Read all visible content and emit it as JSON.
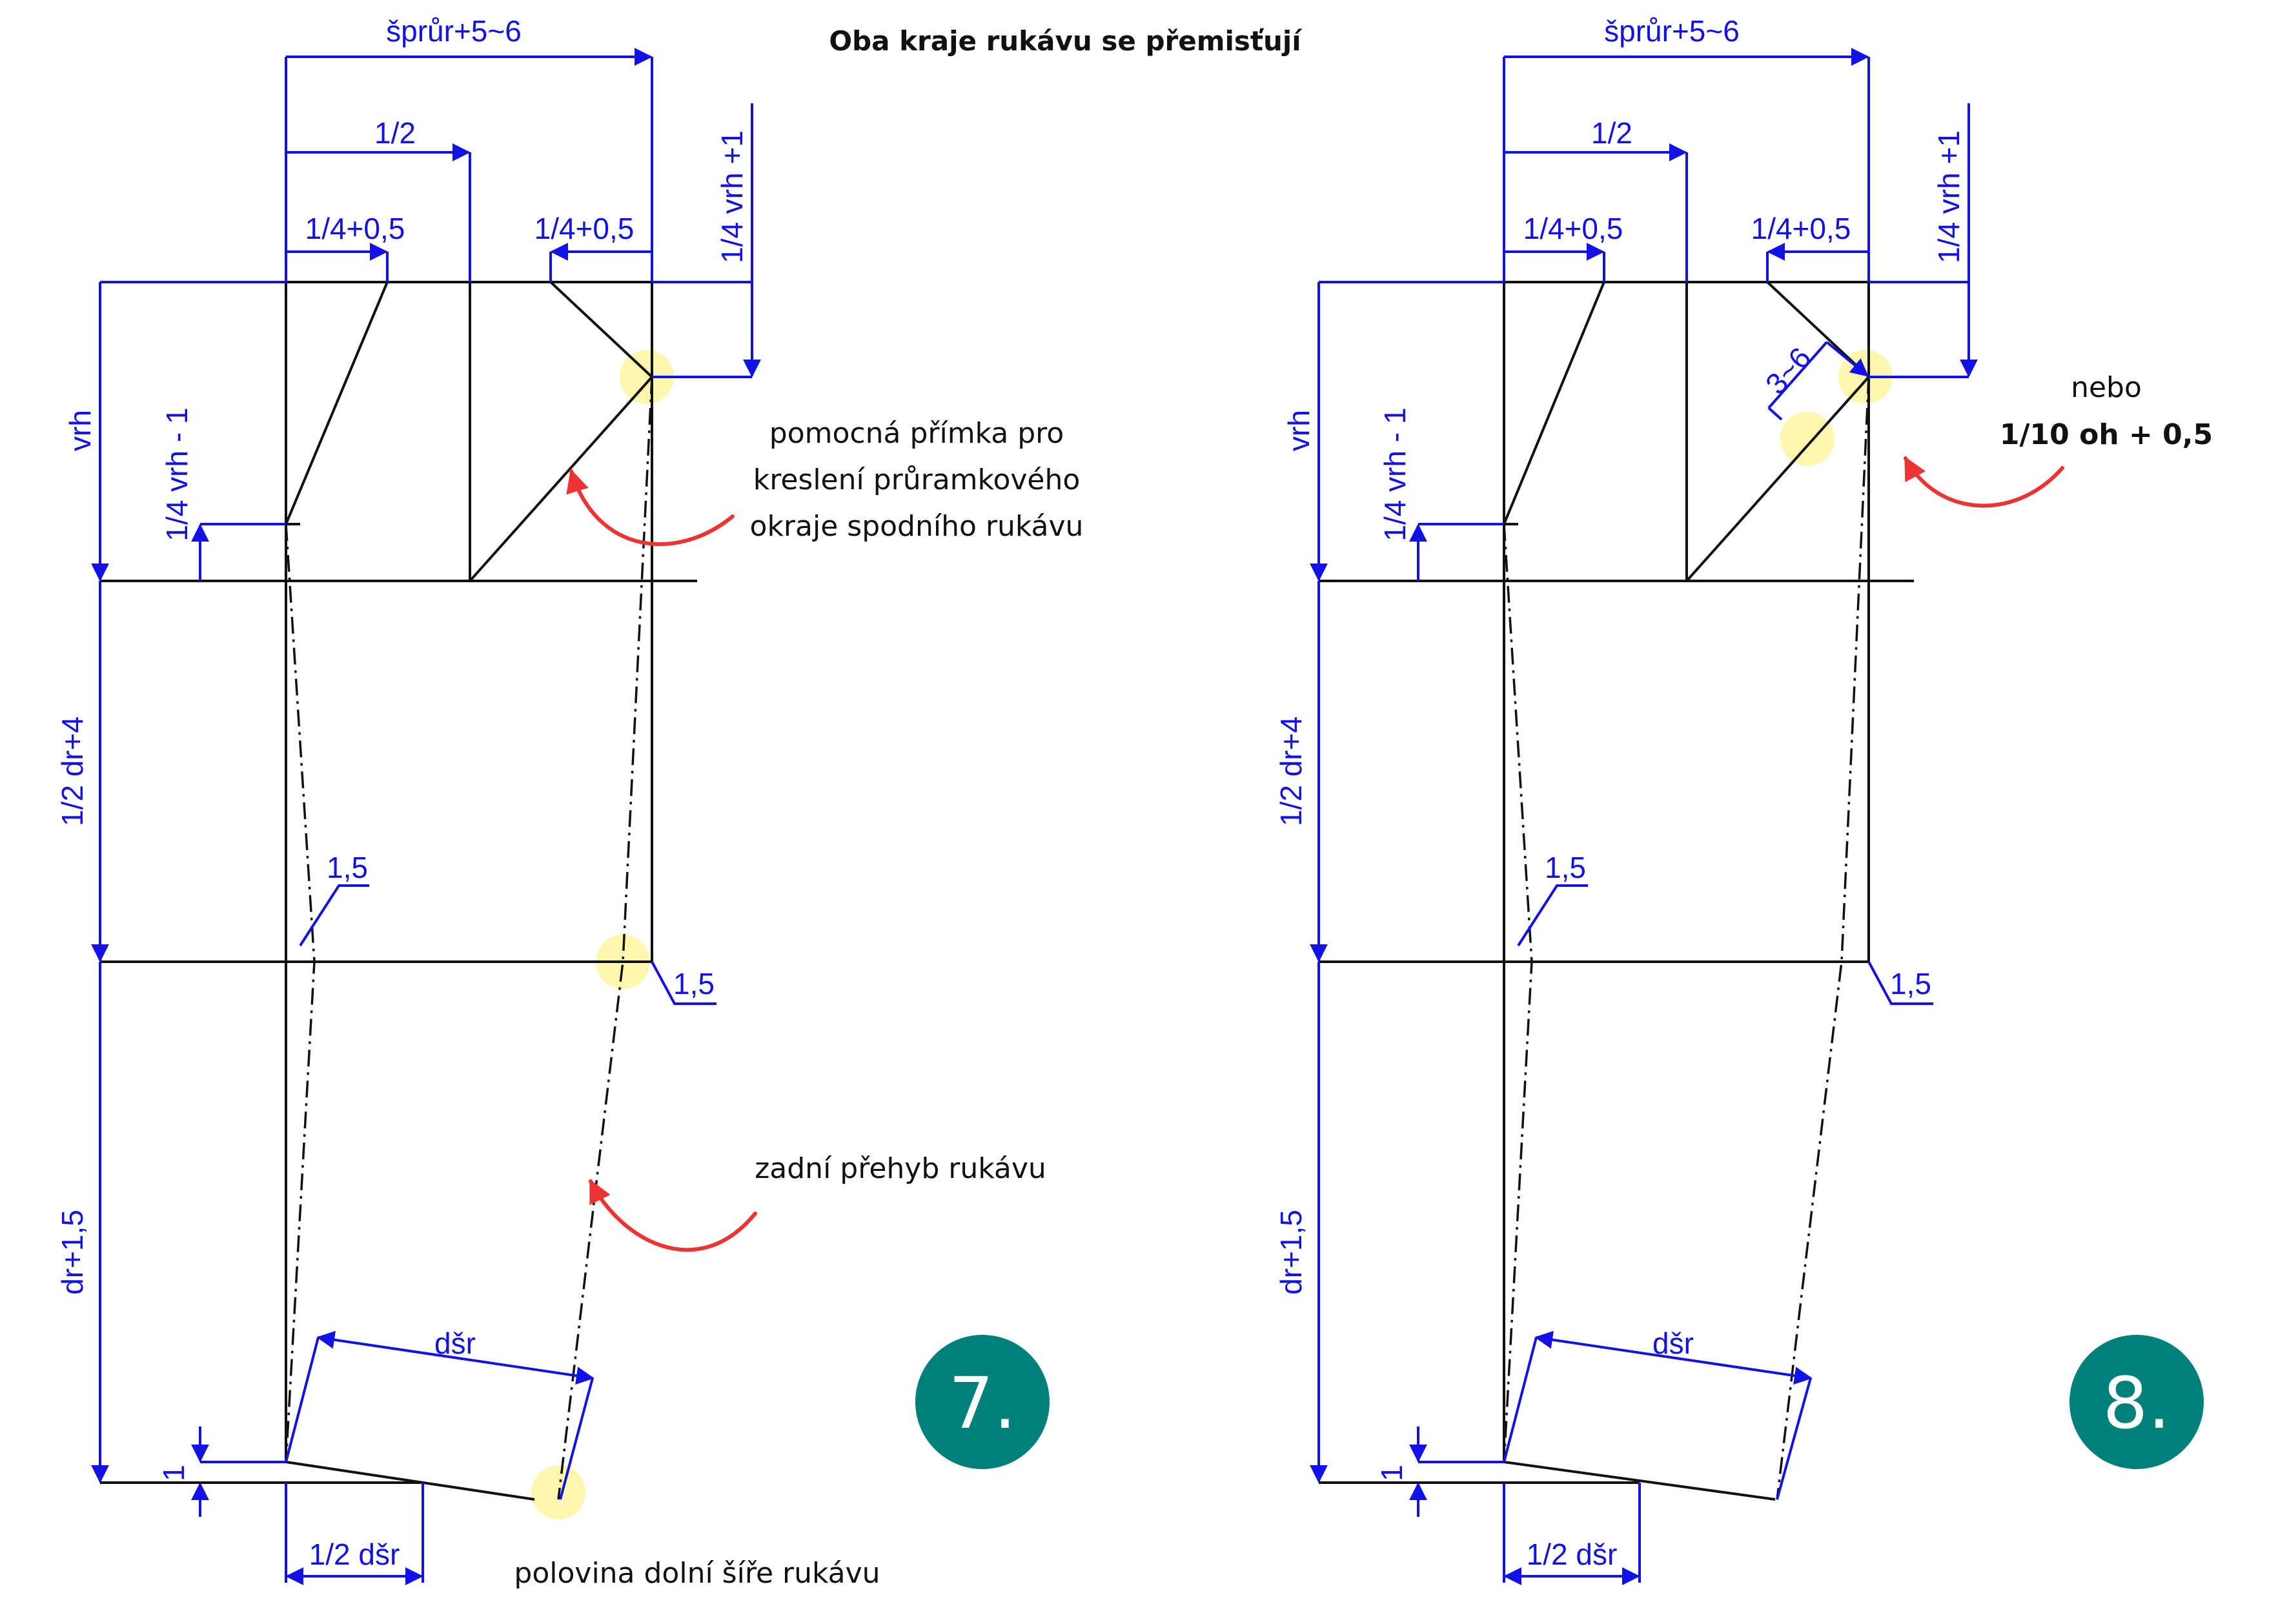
{
  "title": "Oba kraje rukávu se přemisťují",
  "colors": {
    "dimension": "#1212e6",
    "construction": "#111111",
    "arrow": "#ee3333",
    "highlight": "#fff06a",
    "badge": "#00807a"
  },
  "left": {
    "badge": "7.",
    "dims": {
      "width_total": "šprůr+5~6",
      "half": "1/2",
      "quarter_left": "1/4+0,5",
      "quarter_right": "1/4+0,5",
      "quarter_vrh_plus": "1/4 vrh +1",
      "vrh": "vrh",
      "quarter_vrh_minus": "1/4 vrh - 1",
      "half_dr": "1/2 dr+4",
      "dr_plus": "dr+1,5",
      "offset_left": "1,5",
      "offset_right": "1,5",
      "one": "1",
      "dsr": "dšr",
      "half_dsr": "1/2 dšr"
    },
    "notes": {
      "helper_line_1": "pomocná přímka pro",
      "helper_line_2": "kreslení průramkového",
      "helper_line_3": "okraje spodního rukávu",
      "back_fold": "zadní přehyb rukávu",
      "half_width": "polovina dolní šíře rukávu"
    }
  },
  "right": {
    "badge": "8.",
    "dims": {
      "width_total": "šprůr+5~6",
      "half": "1/2",
      "quarter_left": "1/4+0,5",
      "quarter_right": "1/4+0,5",
      "quarter_vrh_plus": "1/4 vrh +1",
      "vrh": "vrh",
      "quarter_vrh_minus": "1/4 vrh - 1",
      "half_dr": "1/2 dr+4",
      "dr_plus": "dr+1,5",
      "offset_left": "1,5",
      "offset_right": "1,5",
      "one": "1",
      "dsr": "dšr",
      "half_dsr": "1/2 dšr",
      "diag": "3~6"
    },
    "notes": {
      "alt_1": "nebo",
      "alt_2": "1/10 oh + 0,5"
    }
  }
}
